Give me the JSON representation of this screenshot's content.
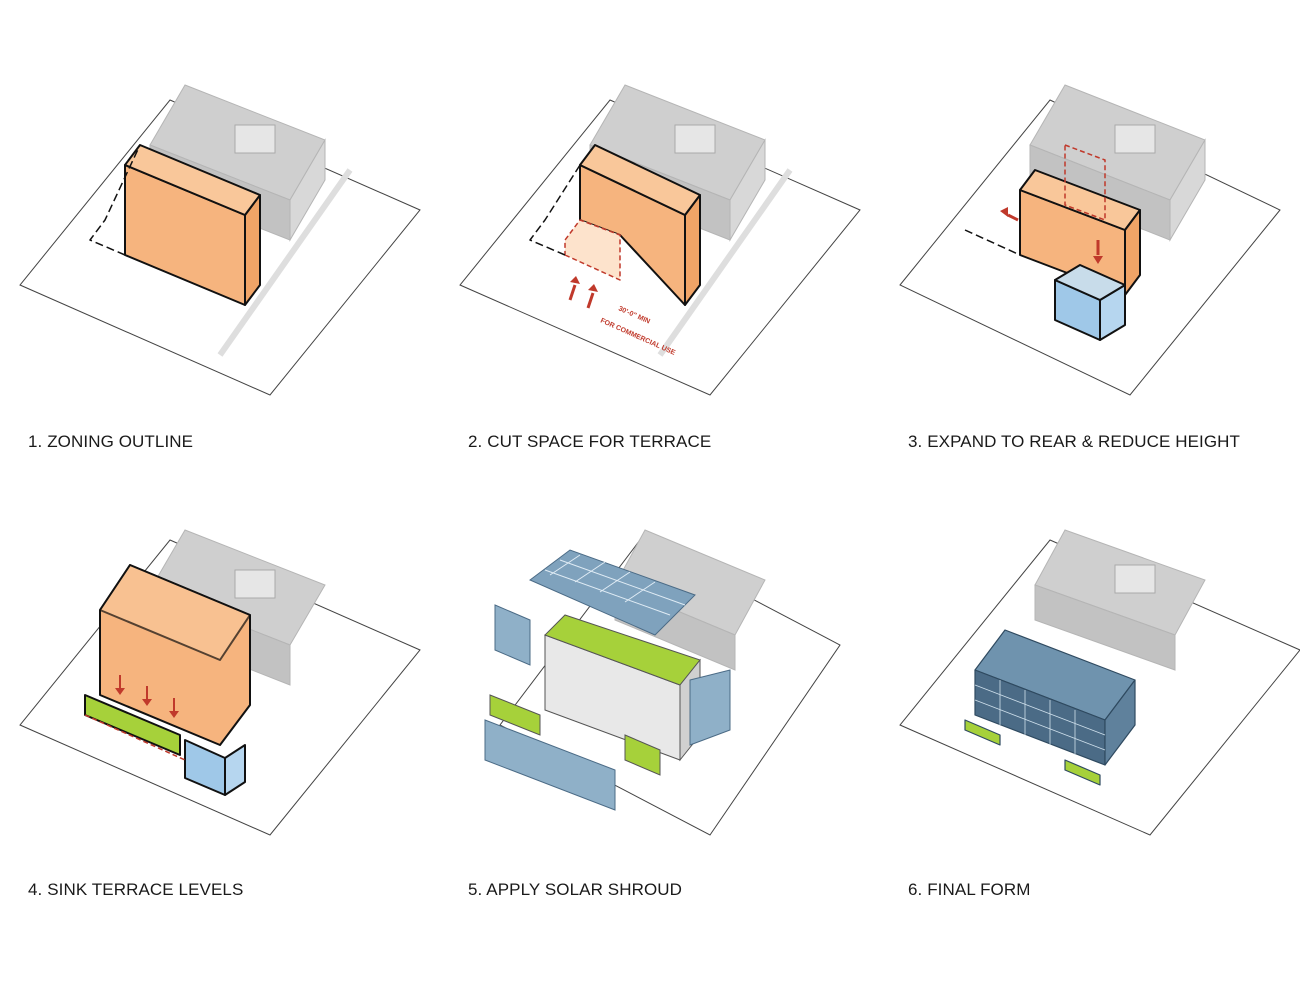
{
  "steps": [
    {
      "caption": "1. ZONING OUTLINE"
    },
    {
      "caption": "2. CUT SPACE FOR TERRACE",
      "note": "FOR COMMERCIAL USE",
      "dim": "30'-0\" MIN"
    },
    {
      "caption": "3. EXPAND TO REAR & REDUCE HEIGHT"
    },
    {
      "caption": "4. SINK TERRACE LEVELS"
    },
    {
      "caption": "5. APPLY SOLAR SHROUD"
    },
    {
      "caption": "6. FINAL FORM"
    }
  ],
  "colors": {
    "mass_orange": "#f6b47e",
    "glass_blue": "#9fc8e8",
    "green_roof": "#a6d13a",
    "context_gray": "#c9c9c9",
    "cut_red": "#c0392b",
    "shroud_blue": "#4b6b86"
  }
}
